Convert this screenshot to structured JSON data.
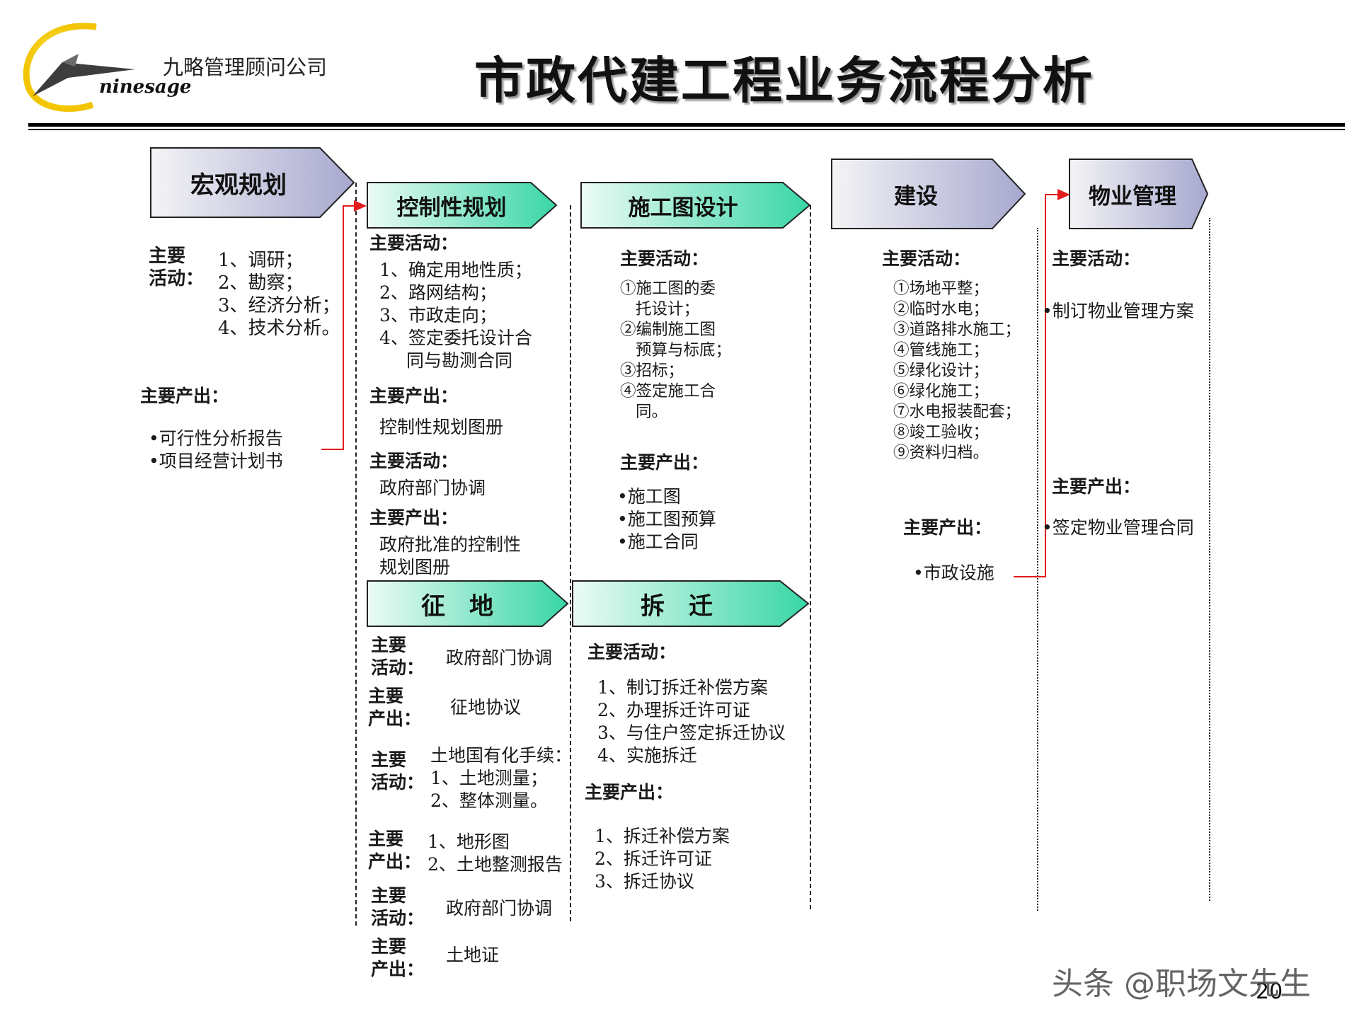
{
  "header": {
    "company": "九略管理顾问公司",
    "brand": "ninesage",
    "title": "市政代建工程业务流程分析"
  },
  "stages": {
    "macro": {
      "title": "宏观规划",
      "act_label": [
        "主要",
        "活动："
      ],
      "activities": [
        "1、调研；",
        "2、勘察；",
        "3、经济分析；",
        "4、技术分析。"
      ],
      "out_label": "主要产出：",
      "outputs": [
        "•可行性分析报告",
        "•项目经营计划书"
      ]
    },
    "control": {
      "title": "控制性规划",
      "act_label": "主要活动：",
      "activities": [
        "1、确定用地性质；",
        "2、路网结构；",
        "3、市政走向；",
        "4、签定委托设计合",
        "同与勘测合同"
      ],
      "out_label": "主要产出：",
      "output": "控制性规划图册",
      "act_label2": "主要活动：",
      "activity2": "政府部门协调",
      "out_label2": "主要产出：",
      "output2": [
        "政府批准的控制性",
        "规划图册"
      ]
    },
    "design": {
      "title": "施工图设计",
      "act_label": "主要活动：",
      "activities": [
        "①施工图的委",
        "托设计；",
        "②编制施工图",
        "预算与标底；",
        "③招标；",
        "④签定施工合",
        "同。"
      ],
      "out_label": "主要产出：",
      "outputs": [
        "•施工图",
        "•施工图预算",
        "•施工合同"
      ]
    },
    "build": {
      "title": "建设",
      "act_label": "主要活动：",
      "activities": [
        "①场地平整；",
        "②临时水电；",
        "③道路排水施工；",
        "④管线施工；",
        "⑤绿化设计；",
        "⑥绿化施工；",
        "⑦水电报装配套；",
        "⑧竣工验收；",
        "⑨资料归档。"
      ],
      "out_label": "主要产出：",
      "output": "•市政设施"
    },
    "property": {
      "title": "物业管理",
      "act_label": "主要活动：",
      "activity": "•制订物业管理方案",
      "out_label": "主要产出：",
      "output": "•签定物业管理合同"
    },
    "land": {
      "title": "征　地",
      "blocks": [
        {
          "label": [
            "主要",
            "活动："
          ],
          "lines": [
            "政府部门协调"
          ]
        },
        {
          "label": [
            "主要",
            "产出："
          ],
          "lines": [
            "征地协议"
          ]
        },
        {
          "label": [
            "主要",
            "活动："
          ],
          "lines": [
            "土地国有化手续：",
            "1、土地测量；",
            "2、整体测量。"
          ]
        },
        {
          "label": [
            "主要",
            "产出："
          ],
          "lines": [
            "1、地形图",
            "2、土地整测报告"
          ]
        },
        {
          "label": [
            "主要",
            "活动："
          ],
          "lines": [
            "政府部门协调"
          ]
        },
        {
          "label": [
            "主要",
            "产出："
          ],
          "lines": [
            "土地证"
          ]
        }
      ]
    },
    "demolish": {
      "title": "拆　迁",
      "act_label": "主要活动：",
      "activities": [
        "1、制订拆迁补偿方案",
        "2、办理拆迁许可证",
        "3、与住户签定拆迁协议",
        "4、实施拆迁"
      ],
      "out_label": "主要产出：",
      "outputs": [
        "1、拆迁补偿方案",
        "2、拆迁许可证",
        "3、拆迁协议"
      ]
    }
  },
  "footer": {
    "watermark": "头条 @职场文先生",
    "page": "20"
  },
  "colors": {
    "gray_fill_left": "#f4f4f6",
    "gray_fill_right": "#a7a8cf",
    "teal_fill_left": "#ecfbf5",
    "teal_fill_right": "#38d6a6",
    "connector": "#e31b1b"
  }
}
